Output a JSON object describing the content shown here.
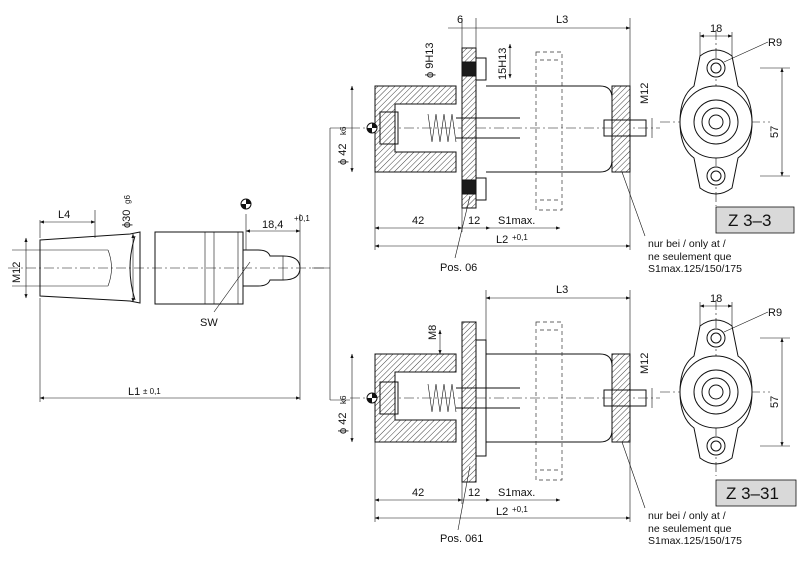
{
  "left_part": {
    "dim_L4": "L4",
    "dim_d30": "ϕ30",
    "dim_d30_tol": "g6",
    "dim_M12": "M12",
    "dim_18_4": "18,4",
    "dim_18_4_tol": "+0,1",
    "label_SW": "SW",
    "dim_L1": "L1",
    "dim_L1_tol": "± 0,1"
  },
  "top_assembly": {
    "dim_6": "6",
    "dim_L3": "L3",
    "dim_d9": "ϕ 9H13",
    "dim_15": "15H13",
    "dim_M12": "M12",
    "dim_d42": "ϕ 42",
    "dim_d42_tol": "k6",
    "dim_42": "42",
    "dim_12": "12",
    "dim_S1": "S1max.",
    "dim_L2": "L2",
    "dim_L2_tol": "+0,1",
    "pos_label": "Pos. 06",
    "flange_18": "18",
    "flange_R9": "R9",
    "flange_57": "57",
    "model_tag": "Z 3–3",
    "note_lines": [
      "nur bei / only at /",
      "ne seulement que",
      "S1max.125/150/175"
    ]
  },
  "bottom_assembly": {
    "dim_L3": "L3",
    "dim_M8": "M8",
    "dim_M12": "M12",
    "dim_d42": "ϕ 42",
    "dim_d42_tol": "k6",
    "dim_42": "42",
    "dim_12": "12",
    "dim_S1": "S1max.",
    "dim_L2": "L2",
    "dim_L2_tol": "+0,1",
    "pos_label": "Pos. 061",
    "flange_18": "18",
    "flange_R9": "R9",
    "flange_57": "57",
    "model_tag": "Z 3–31",
    "note_lines": [
      "nur bei / only at /",
      "ne seulement que",
      "S1max.125/150/175"
    ]
  }
}
